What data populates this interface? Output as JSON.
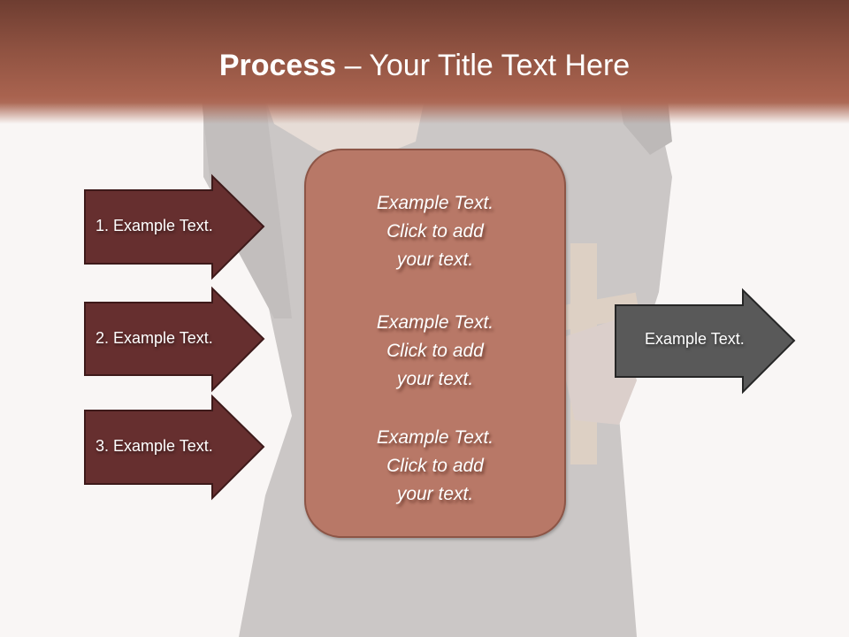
{
  "slide": {
    "title_bold": "Process",
    "title_rest": " – Your Title Text Here",
    "colors": {
      "header_top": "#6e3d31",
      "header_bottom": "#ad6a57",
      "left_arrow_fill": "#662f2f",
      "center_box_fill": "#b87867",
      "right_arrow_fill": "#595959",
      "background": "#f9f6f5"
    }
  },
  "left_arrows": [
    {
      "label": "1. Example Text."
    },
    {
      "label": "2. Example Text."
    },
    {
      "label": "3. Example Text."
    }
  ],
  "center_box": {
    "paragraphs": [
      {
        "line1": "Example Text.",
        "line2": "Click  to add",
        "line3": "your text."
      },
      {
        "line1": "Example Text.",
        "line2": "Click  to add",
        "line3": "your text."
      },
      {
        "line1": "Example Text.",
        "line2": "Click  to add",
        "line3": "your text."
      }
    ]
  },
  "right_arrow": {
    "label": "Example Text."
  }
}
